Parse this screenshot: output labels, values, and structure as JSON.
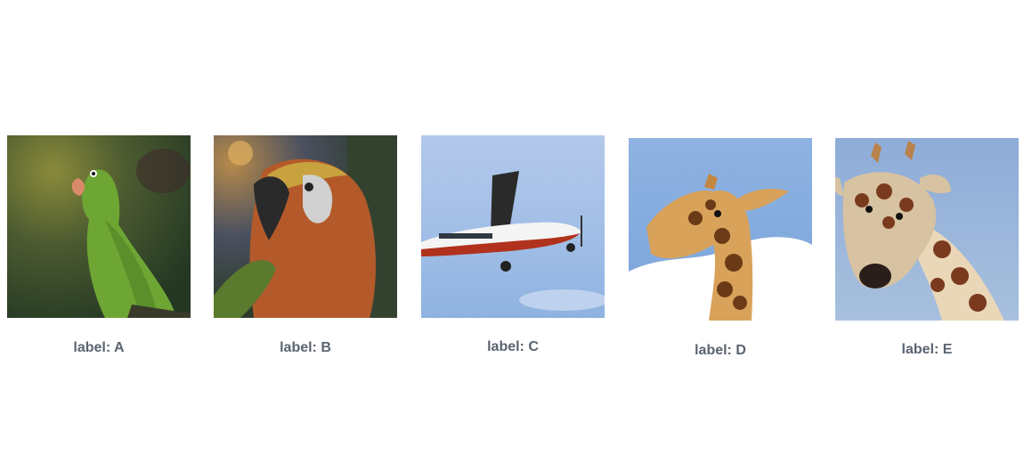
{
  "cards": [
    {
      "label": "label: A",
      "subject": "green parrot"
    },
    {
      "label": "label: B",
      "subject": "macaw"
    },
    {
      "label": "label: C",
      "subject": "airplane"
    },
    {
      "label": "label: D",
      "subject": "giraffe"
    },
    {
      "label": "label: E",
      "subject": "giraffe"
    }
  ]
}
